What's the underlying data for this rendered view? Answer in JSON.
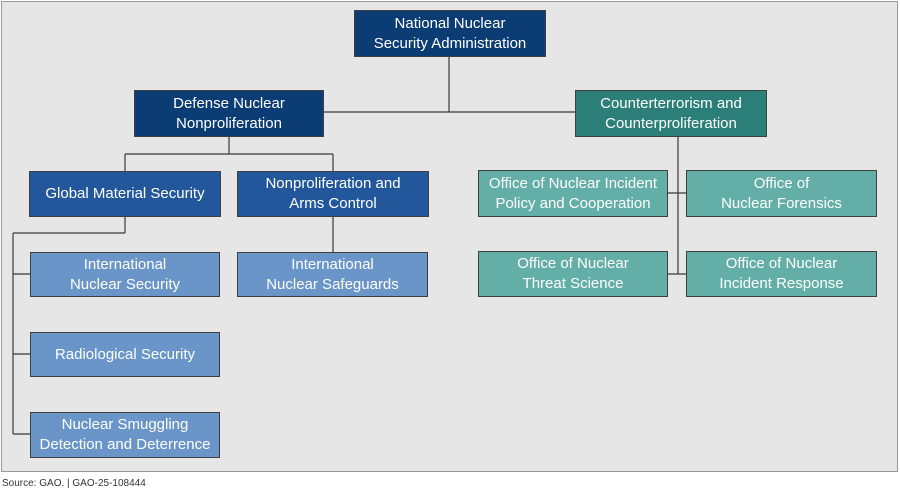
{
  "org_chart": {
    "root": {
      "label": "National Nuclear\nSecurity Administration"
    },
    "defense": {
      "label": "Defense Nuclear\nNonproliferation"
    },
    "counter": {
      "label": "Counterterrorism and\nCounterproliferation"
    },
    "global_material": {
      "label": "Global Material Security"
    },
    "nonprolif_arms": {
      "label": "Nonproliferation and\nArms Control"
    },
    "intl_nuclear_security": {
      "label": "International\nNuclear Security"
    },
    "radiological": {
      "label": "Radiological Security"
    },
    "smuggling": {
      "label": "Nuclear Smuggling\nDetection and Deterrence"
    },
    "intl_safeguards": {
      "label": "International\nNuclear Safeguards"
    },
    "incident_policy": {
      "label": "Office of Nuclear Incident\nPolicy and Cooperation"
    },
    "forensics": {
      "label": "Office of\nNuclear Forensics"
    },
    "threat_science": {
      "label": "Office of Nuclear\nThreat Science"
    },
    "incident_response": {
      "label": "Office of Nuclear\nIncident Response"
    }
  },
  "source": "Source: GAO.  |  GAO-25-108444",
  "colors": {
    "navy": "#0b3c73",
    "blue": "#22589b",
    "light_blue": "#6a95c8",
    "dark_teal": "#2b7f78",
    "teal": "#63aea6",
    "background": "#e6e6e6"
  }
}
